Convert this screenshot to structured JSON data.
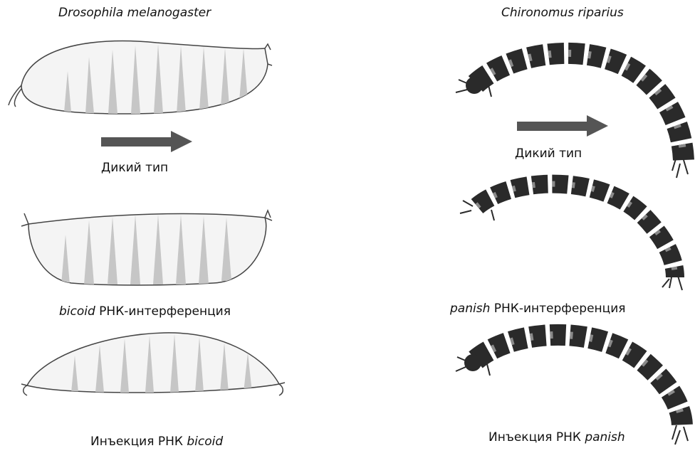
{
  "left": {
    "title": "Drosophila melanogaster",
    "wild_label": "Дикий тип",
    "rnai_gene": "bicoid",
    "rnai_suffix": " РНК-интерференция",
    "inj_prefix": "Инъекция РНК ",
    "inj_gene": "bicoid"
  },
  "right": {
    "title": "Chironomus riparius",
    "wild_label": "Дикий тип",
    "rnai_gene": "panish",
    "rnai_suffix": " РНК-интерференция",
    "inj_prefix": "Инъекция РНК ",
    "inj_gene": "panish"
  },
  "colors": {
    "arrow": "#555555",
    "band": "#b9b9b9",
    "body": "#f4f4f4",
    "larva_dark": "#2a2a2a"
  }
}
